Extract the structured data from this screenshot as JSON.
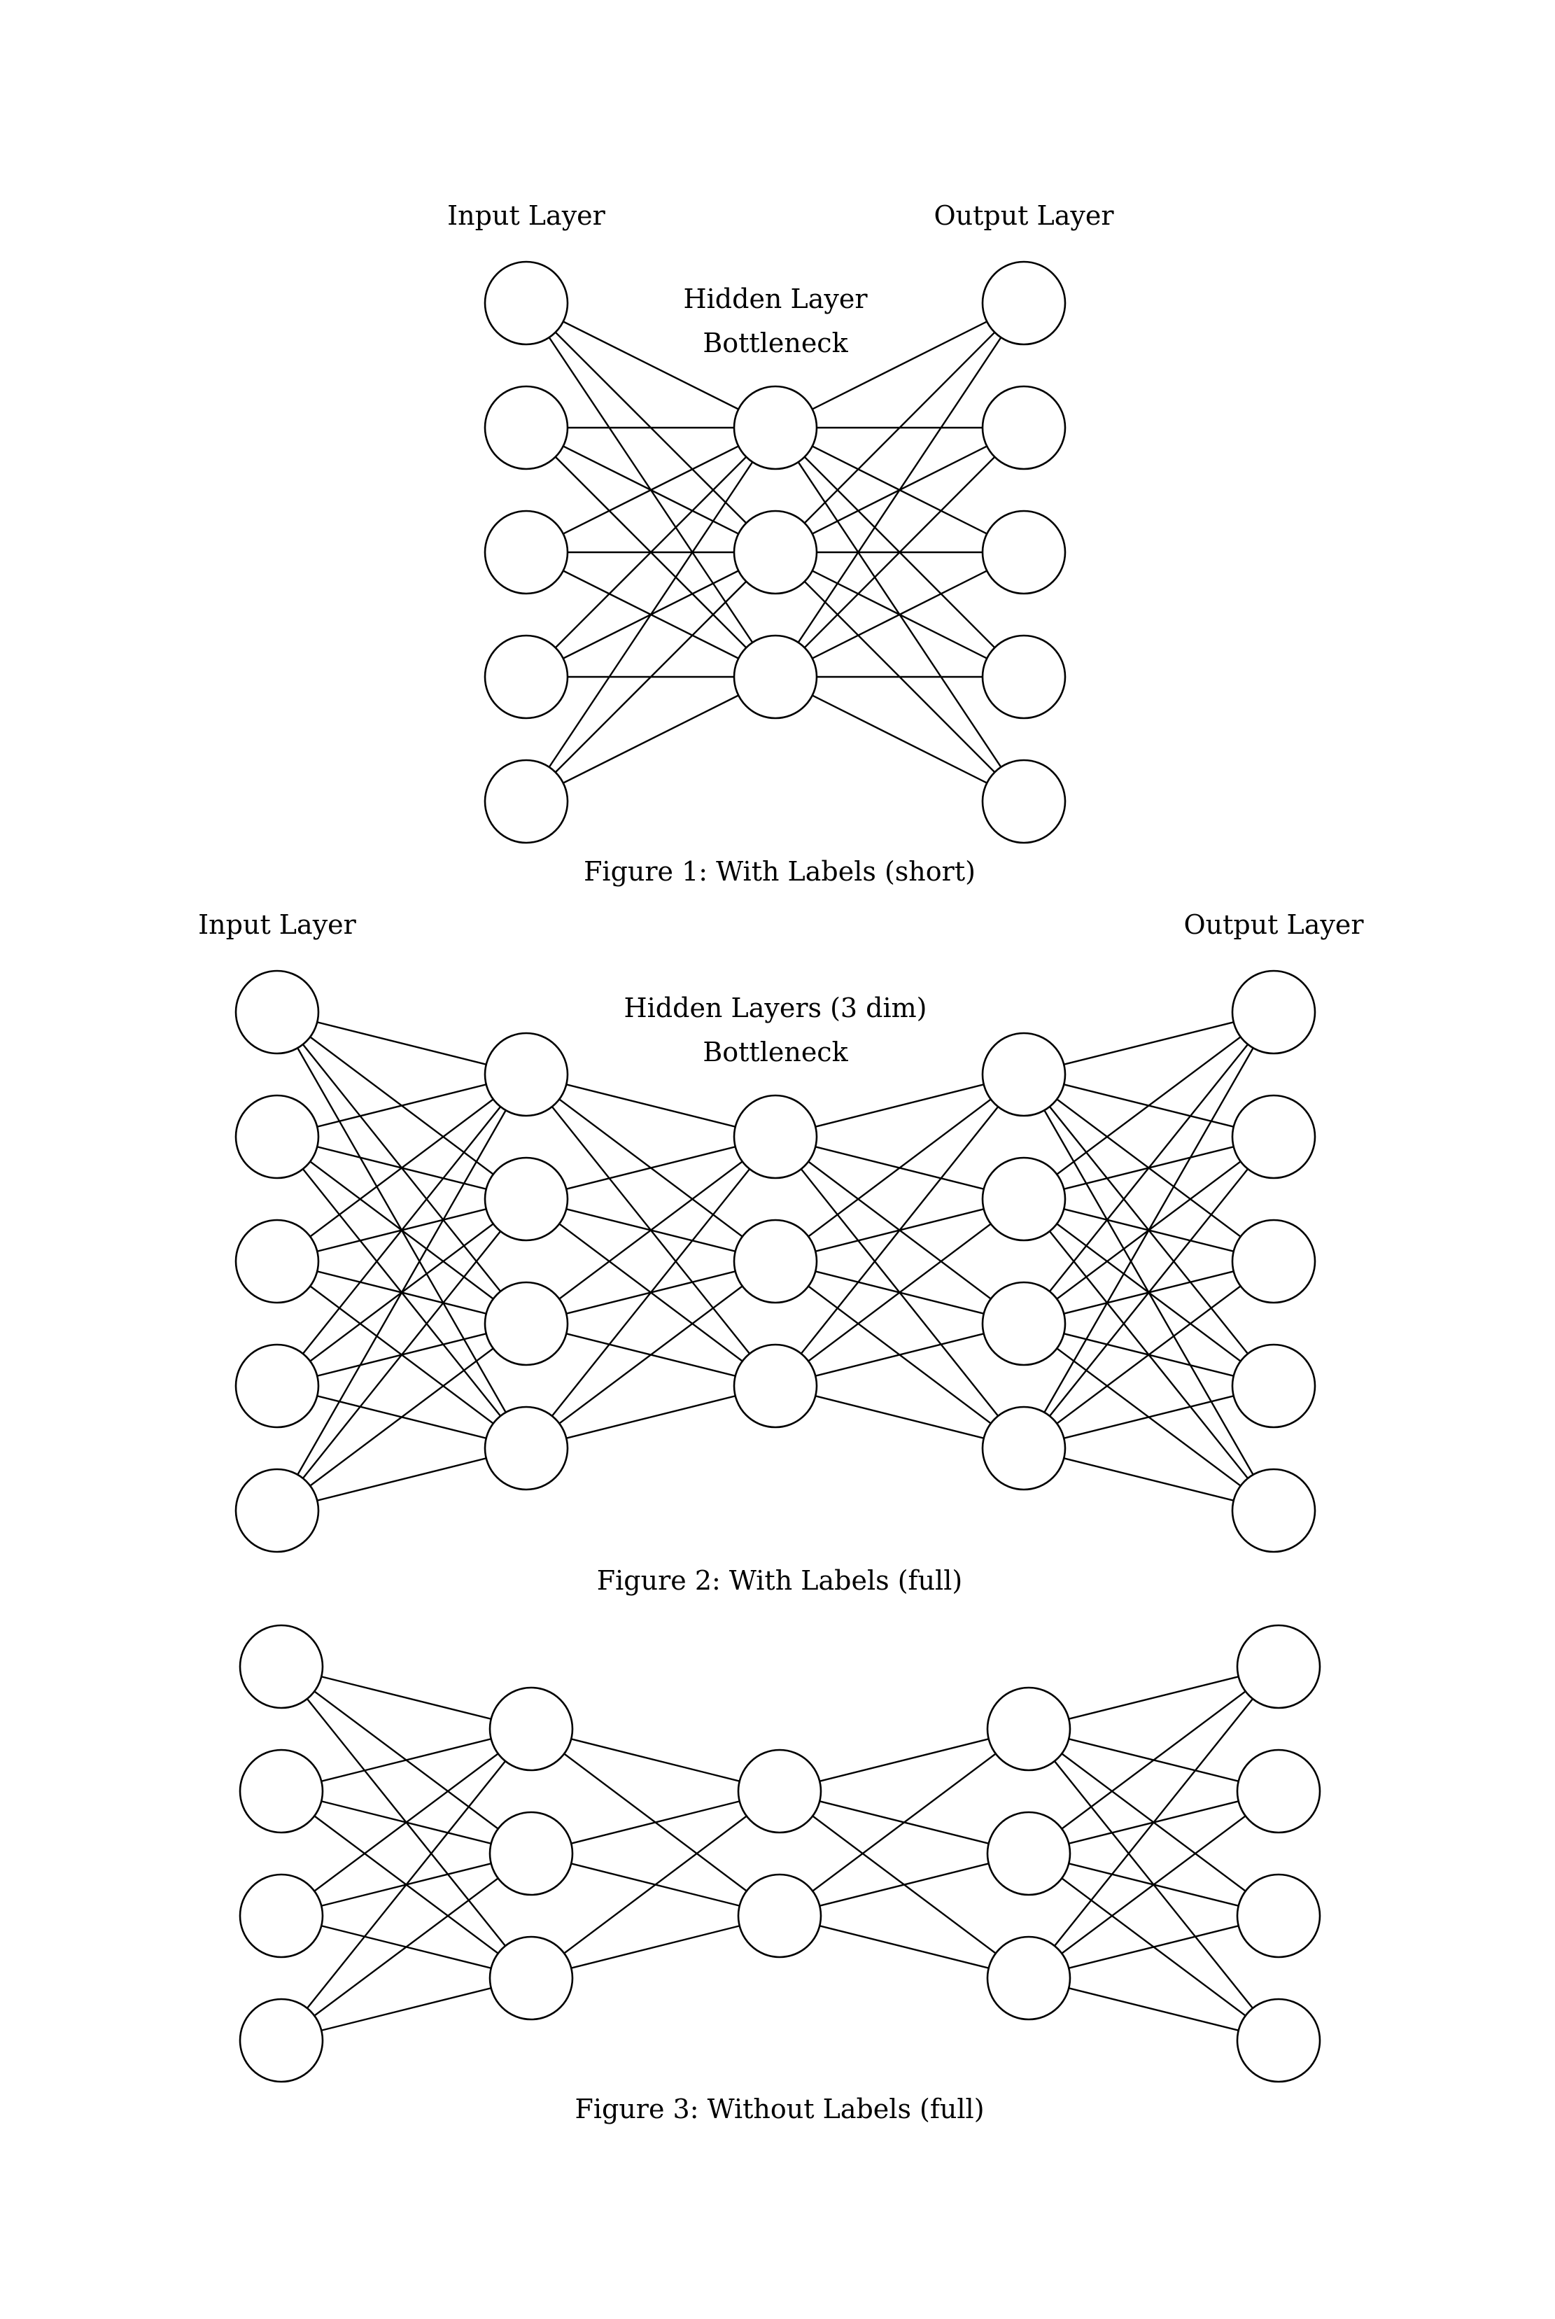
{
  "figures": [
    {
      "id": "fig1",
      "layer_sizes": [
        5,
        3,
        5
      ],
      "input_label": "Input Layer",
      "output_label": "Output Layer",
      "hidden_label": "Hidden Layer",
      "bottleneck_label": "Bottleneck",
      "caption": "Figure 1: With Labels (short)"
    },
    {
      "id": "fig2",
      "layer_sizes": [
        5,
        4,
        3,
        4,
        5
      ],
      "input_label": "Input Layer",
      "output_label": "Output Layer",
      "hidden_label": "Hidden Layers (3 dim)",
      "bottleneck_label": "Bottleneck",
      "caption": "Figure 2: With Labels (full)"
    },
    {
      "id": "fig3",
      "layer_sizes": [
        4,
        3,
        2,
        3,
        4
      ],
      "caption": "Figure 3: Without Labels (full)"
    }
  ]
}
